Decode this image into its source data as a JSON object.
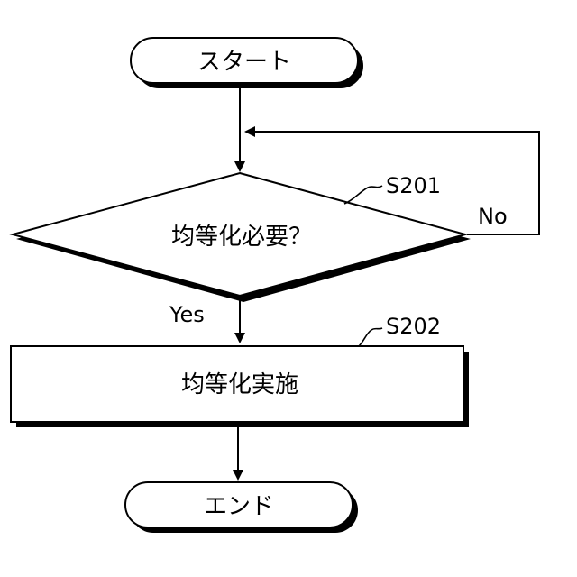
{
  "diagram": {
    "start_label": "スタート",
    "decision": {
      "label": "均等化必要？",
      "step_id": "S201",
      "no_label": "No",
      "yes_label": "Yes"
    },
    "process": {
      "label": "均等化実施",
      "step_id": "S202"
    },
    "end_label": "エンド"
  },
  "colors": {
    "stroke": "#000000",
    "fill": "#ffffff",
    "shadow": "#000000"
  }
}
